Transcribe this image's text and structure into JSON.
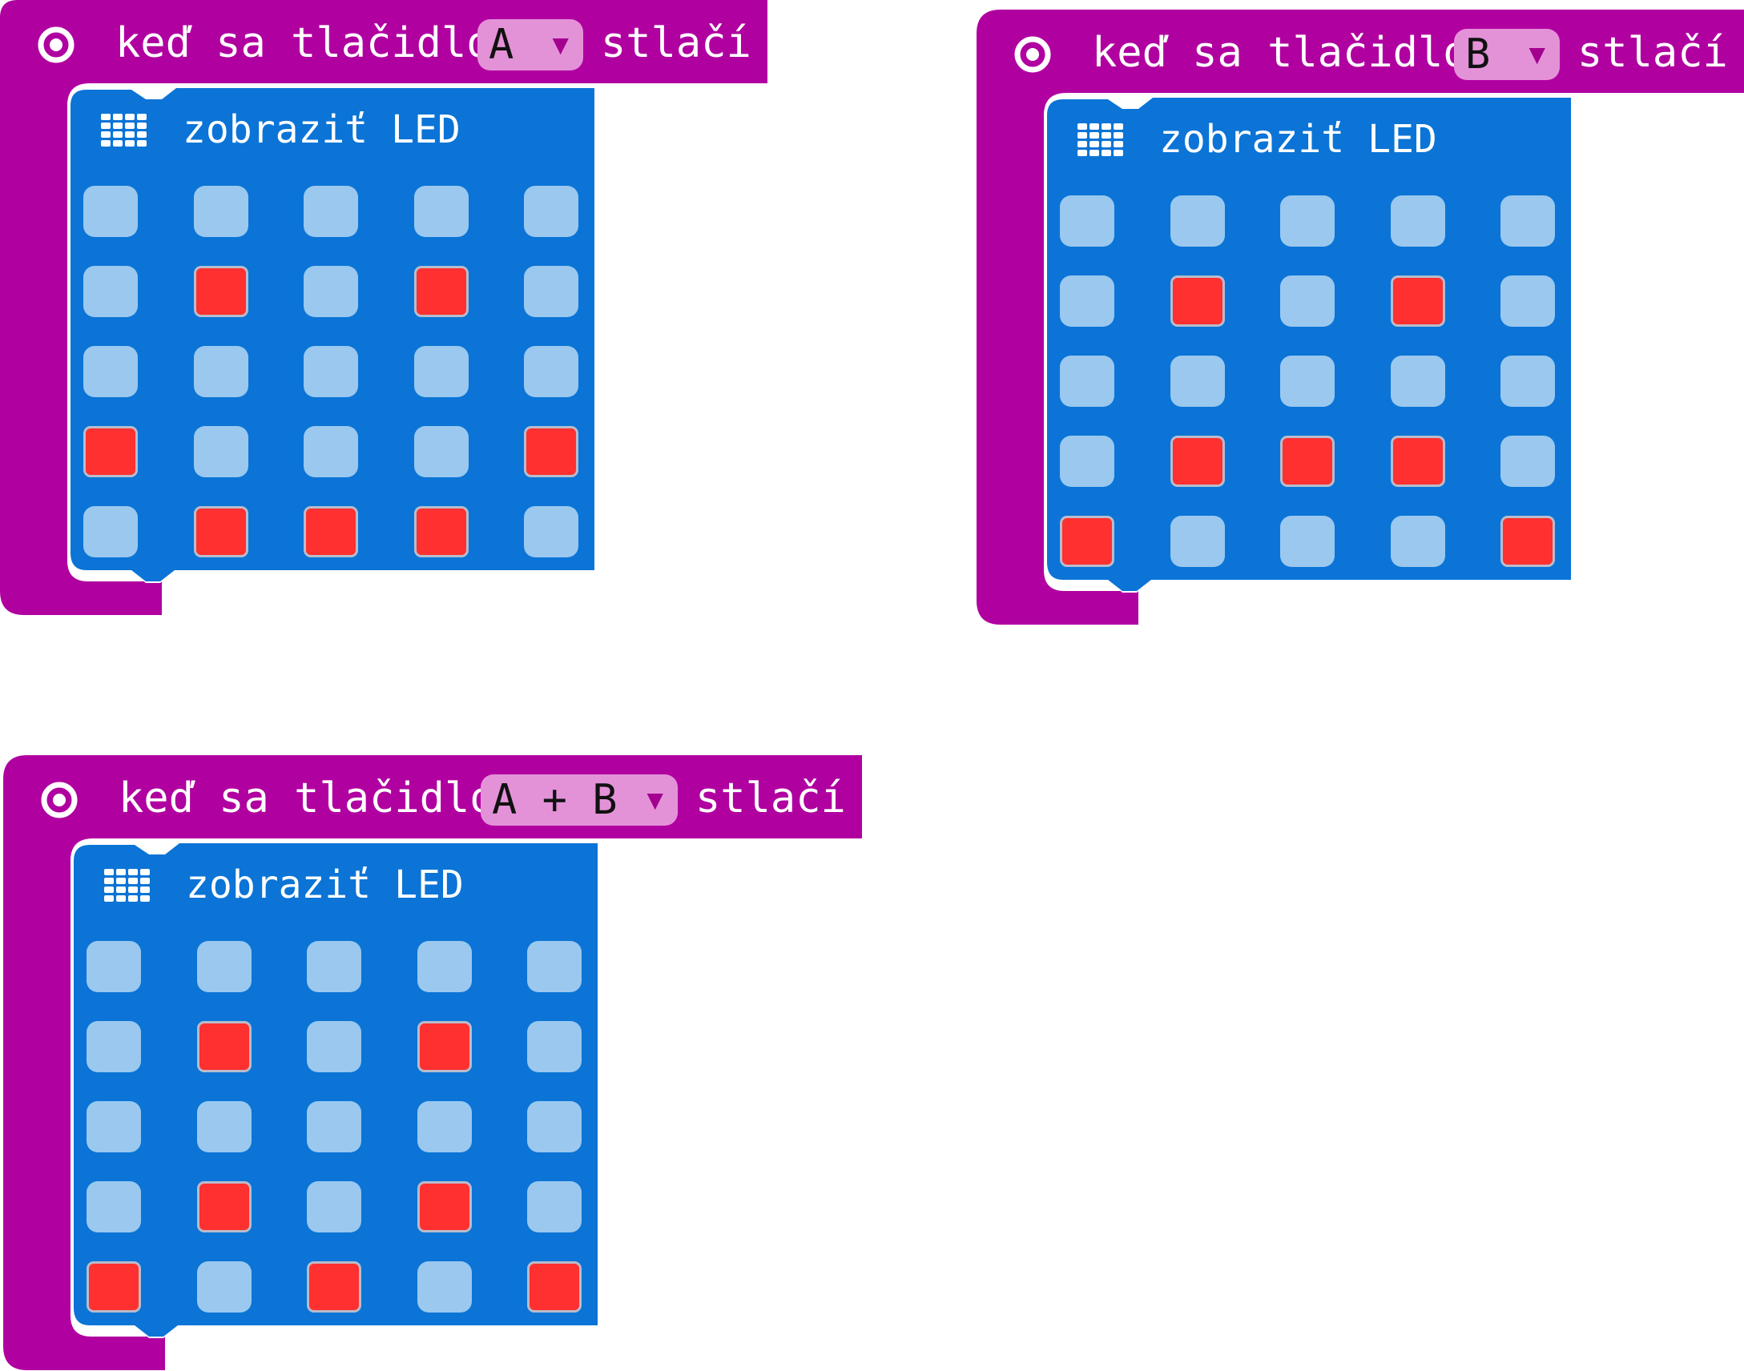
{
  "colors": {
    "event_block": "#b000a0",
    "dropdown_bg": "#e492d8",
    "basic_block": "#0b74d6",
    "led_off": "#9ac8ef",
    "led_on": "#ff3030"
  },
  "blocks": [
    {
      "hat": {
        "prefix": "keď sa tlačidlo",
        "button": "A",
        "suffix": "stlačí",
        "icon": "event-target-icon"
      },
      "inner": {
        "label": "zobraziť LED",
        "icon": "led-grid-icon"
      },
      "leds": [
        [
          0,
          0,
          0,
          0,
          0
        ],
        [
          0,
          1,
          0,
          1,
          0
        ],
        [
          0,
          0,
          0,
          0,
          0
        ],
        [
          1,
          0,
          0,
          0,
          1
        ],
        [
          0,
          1,
          1,
          1,
          0
        ]
      ]
    },
    {
      "hat": {
        "prefix": "keď sa tlačidlo",
        "button": "B",
        "suffix": "stlačí",
        "icon": "event-target-icon"
      },
      "inner": {
        "label": "zobraziť LED",
        "icon": "led-grid-icon"
      },
      "leds": [
        [
          0,
          0,
          0,
          0,
          0
        ],
        [
          0,
          1,
          0,
          1,
          0
        ],
        [
          0,
          0,
          0,
          0,
          0
        ],
        [
          0,
          1,
          1,
          1,
          0
        ],
        [
          1,
          0,
          0,
          0,
          1
        ]
      ]
    },
    {
      "hat": {
        "prefix": "keď sa tlačidlo",
        "button": "A + B",
        "suffix": "stlačí",
        "icon": "event-target-icon"
      },
      "inner": {
        "label": "zobraziť LED",
        "icon": "led-grid-icon"
      },
      "leds": [
        [
          0,
          0,
          0,
          0,
          0
        ],
        [
          0,
          1,
          0,
          1,
          0
        ],
        [
          0,
          0,
          0,
          0,
          0
        ],
        [
          0,
          1,
          0,
          1,
          0
        ],
        [
          1,
          0,
          1,
          0,
          1
        ]
      ]
    }
  ]
}
